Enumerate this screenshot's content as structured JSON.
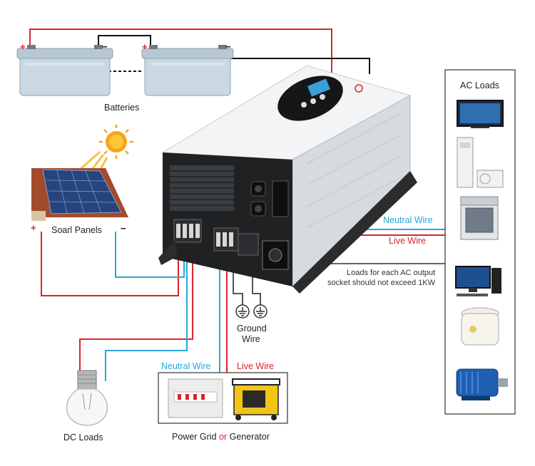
{
  "labels": {
    "batteries": "Batteries",
    "solar_panels": "Soarl Panels",
    "ac_loads": "AC Loads",
    "neutral_wire": "Neutral Wire",
    "live_wire": "Live Wire",
    "note_line1": "Loads for each AC output",
    "note_line2": "socket should not exceed 1KW",
    "ground_line1": "Ground",
    "ground_line2": "Wire",
    "dc_loads": "DC Loads",
    "grid_neutral": "Neutral Wire",
    "grid_live": "Live Wire",
    "grid_caption_a": "Power Grid ",
    "grid_caption_or": "or",
    "grid_caption_b": " Generator",
    "plus": "+",
    "minus": "−"
  },
  "colors": {
    "live": "#d8262a",
    "neutral": "#2aa6d6",
    "battery_black": "#111111",
    "inverter_body": "#e9ecef",
    "inverter_front": "#1f2123"
  },
  "ac_loads": [
    "tv-icon",
    "air-conditioner-icon",
    "washing-machine-icon",
    "computer-icon",
    "rice-cooker-icon",
    "electric-motor-icon"
  ]
}
